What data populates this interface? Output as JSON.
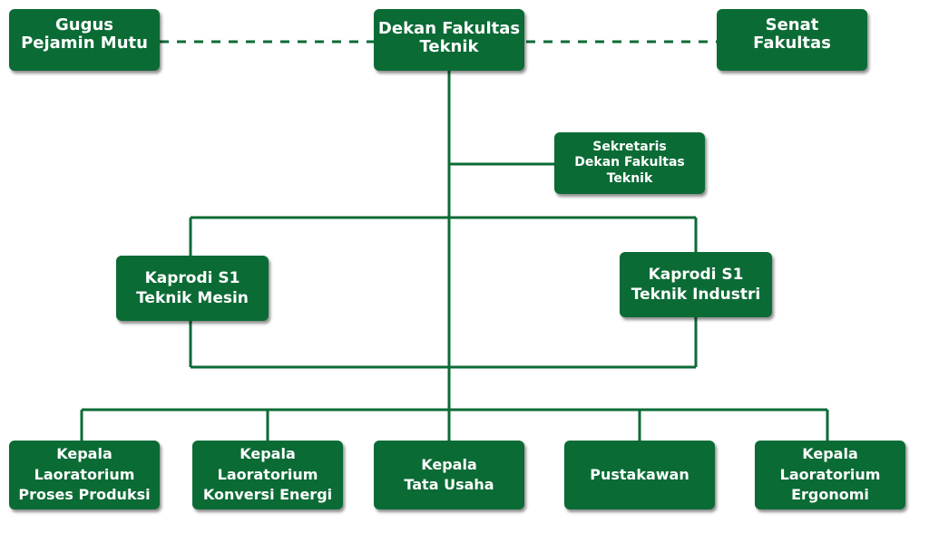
{
  "nodes": {
    "gugus": [
      "Gugus",
      "Pejamin Mutu"
    ],
    "dekan": [
      "Dekan Fakultas",
      "Teknik"
    ],
    "senat": [
      "Senat",
      "Fakultas"
    ],
    "sekretaris": [
      "Sekretaris",
      "Dekan Fakultas",
      "Teknik"
    ],
    "kaprodi_mesin": [
      "Kaprodi S1",
      "Teknik Mesin"
    ],
    "kaprodi_industri": [
      "Kaprodi S1",
      "Teknik Industri"
    ],
    "lab_proses": [
      "Kepala",
      "Laoratorium",
      "Proses Produksi"
    ],
    "lab_konversi": [
      "Kepala",
      "Laoratorium",
      "Konversi Energi"
    ],
    "tata_usaha": [
      "Kepala",
      "Tata Usaha"
    ],
    "pustakawan": [
      "Pustakawan"
    ],
    "lab_ergonomi": [
      "Kepala",
      "Laoratorium",
      "Ergonomi"
    ]
  },
  "colors": {
    "box_fill": "#0b6b35",
    "line": "#0b6b35",
    "text": "#ffffff"
  }
}
